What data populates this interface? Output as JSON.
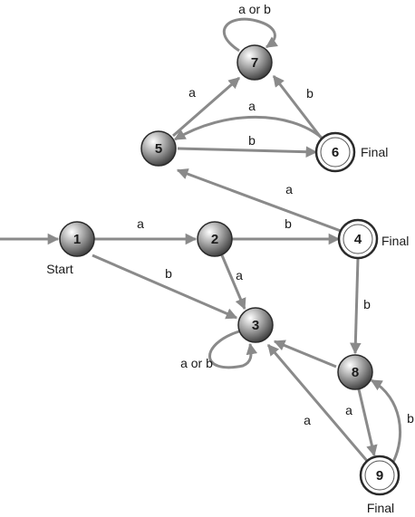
{
  "nodes": [
    {
      "id": "1",
      "label": "1",
      "final": false,
      "caption": "Start"
    },
    {
      "id": "2",
      "label": "2",
      "final": false,
      "caption": ""
    },
    {
      "id": "3",
      "label": "3",
      "final": false,
      "caption": ""
    },
    {
      "id": "4",
      "label": "4",
      "final": true,
      "caption": "Final"
    },
    {
      "id": "5",
      "label": "5",
      "final": false,
      "caption": ""
    },
    {
      "id": "6",
      "label": "6",
      "final": true,
      "caption": "Final"
    },
    {
      "id": "7",
      "label": "7",
      "final": false,
      "caption": ""
    },
    {
      "id": "8",
      "label": "8",
      "final": false,
      "caption": ""
    },
    {
      "id": "9",
      "label": "9",
      "final": true,
      "caption": "Final"
    }
  ],
  "edges": [
    {
      "id": "start-1",
      "from": "",
      "to": "1",
      "label": ""
    },
    {
      "id": "1-2",
      "from": "1",
      "to": "2",
      "label": "a"
    },
    {
      "id": "1-3",
      "from": "1",
      "to": "3",
      "label": "b"
    },
    {
      "id": "2-4",
      "from": "2",
      "to": "4",
      "label": "b"
    },
    {
      "id": "2-3",
      "from": "2",
      "to": "3",
      "label": "a"
    },
    {
      "id": "3-3",
      "from": "3",
      "to": "3",
      "label": "a or b"
    },
    {
      "id": "4-5",
      "from": "4",
      "to": "5",
      "label": "a"
    },
    {
      "id": "4-8",
      "from": "4",
      "to": "8",
      "label": "b"
    },
    {
      "id": "5-6",
      "from": "5",
      "to": "6",
      "label": "b"
    },
    {
      "id": "6-5",
      "from": "6",
      "to": "5",
      "label": "a"
    },
    {
      "id": "5-7",
      "from": "5",
      "to": "7",
      "label": "a"
    },
    {
      "id": "6-7",
      "from": "6",
      "to": "7",
      "label": "b"
    },
    {
      "id": "7-7",
      "from": "7",
      "to": "7",
      "label": "a or b"
    },
    {
      "id": "8-3",
      "from": "8",
      "to": "3",
      "label": ""
    },
    {
      "id": "8-9",
      "from": "8",
      "to": "9",
      "label": "a"
    },
    {
      "id": "9-8",
      "from": "9",
      "to": "8",
      "label": "b"
    },
    {
      "id": "9-3",
      "from": "9",
      "to": "3",
      "label": "a"
    }
  ],
  "colors": {
    "edge": "#8a8a8a",
    "node_light": "#ffffff",
    "node_dark": "#3a3a3a",
    "text": "#1a1a1a"
  }
}
